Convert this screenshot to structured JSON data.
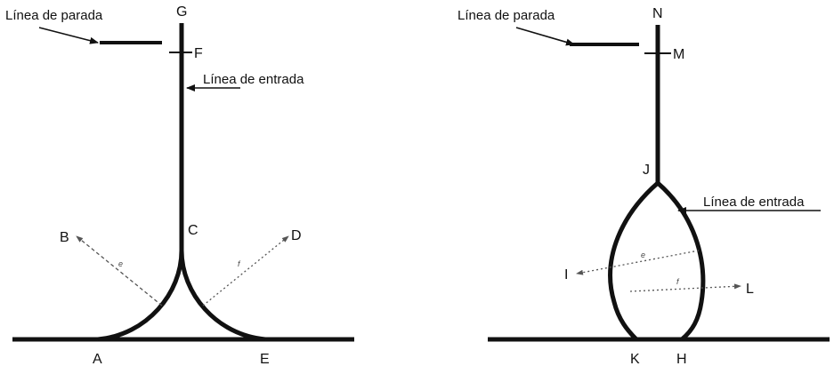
{
  "left_figure": {
    "stop_line_label": "Línea de parada",
    "entry_line_label": "Línea de entrada",
    "points": {
      "G": "G",
      "F": "F",
      "C": "C",
      "B": "B",
      "D": "D",
      "A": "A",
      "E": "E"
    },
    "dim_e": "e",
    "dim_f": "f"
  },
  "right_figure": {
    "stop_line_label": "Línea de parada",
    "entry_line_label": "Línea de entrada",
    "points": {
      "N": "N",
      "M": "M",
      "J": "J",
      "I": "I",
      "L": "L",
      "K": "K",
      "H": "H"
    },
    "dim_e": "e",
    "dim_f": "f"
  },
  "colors": {
    "ink": "#111111",
    "dim": "#555555"
  }
}
